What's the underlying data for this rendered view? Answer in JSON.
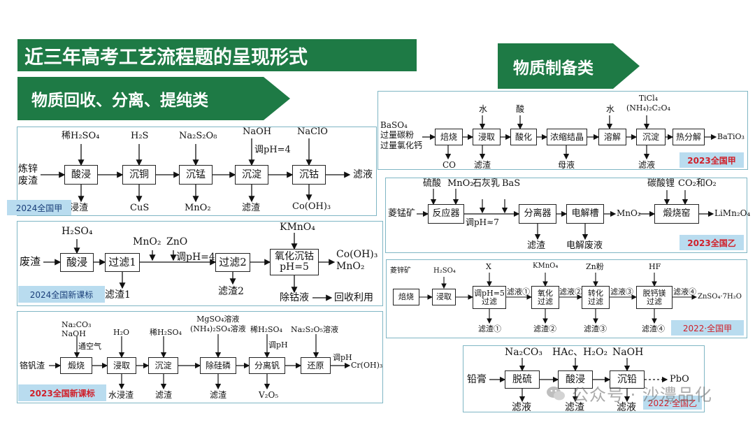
{
  "title": "近三年高考工艺流程题的呈现形式",
  "section_left": "物质回收、分离、提纯类",
  "section_right": "物质制备类",
  "colors": {
    "banner": "#1e7a45",
    "panel_border": "#7fb6c4",
    "tag_bg": "#b9dcef",
    "tag_red": "#d0202a"
  },
  "flows": {
    "p1": {
      "tag": "2024全国甲",
      "start": "炼锌\n废渣",
      "end": "滤液",
      "steps": [
        "酸浸",
        "沉铜",
        "沉锰",
        "沉淀",
        "沉钴"
      ],
      "inputs": [
        "稀H₂SO₄",
        "H₂S",
        "Na₂S₂O₈",
        "NaOH",
        "NaClO"
      ],
      "note": "调pH=4",
      "outputs": [
        "浸渣",
        "CuS",
        "MnO₂",
        "滤渣",
        "Co(OH)₃"
      ]
    },
    "p2": {
      "tag": "2024全国新课标",
      "start": "废渣",
      "inputs": [
        "H₂SO₄",
        "MnO₂",
        "ZnO",
        "KMnO₄"
      ],
      "note": "调pH=4",
      "steps": [
        "酸浸",
        "过滤1",
        "过滤2",
        "氧化沉钴\npH=5"
      ],
      "outputs": [
        "滤渣1",
        "滤渣2"
      ],
      "end": "Co(OH)₃\nMnO₂",
      "tail": "除钴液",
      "tail_end": "回收利用"
    },
    "p3": {
      "tag": "2023全国新课标",
      "start": "铬钒渣",
      "inputs": [
        "Na₂CO₃\nNaOH",
        "通空气",
        "H₂O",
        "稀H₂SO₄",
        "MgSO₄溶液\n(NH₄)₂SO₄溶液",
        "稀H₂SO₄",
        "调pH",
        "Na₂S₂O₅溶液",
        "调pH"
      ],
      "steps": [
        "煅烧",
        "浸取",
        "沉淀",
        "除硅磷",
        "分离钒",
        "还原"
      ],
      "outputs": [
        "水浸渣",
        "滤渣",
        "滤渣",
        "V₂O₅"
      ],
      "end": "Cr(OH)₃"
    },
    "p4": {
      "tag": "2023全国甲",
      "start": "BaSO₄\n过量碳粉\n过量氯化钙",
      "inputs": [
        "水",
        "酸",
        "水",
        "TiCl₄\n(NH₄)₂C₂O₄"
      ],
      "steps": [
        "焙烧",
        "浸取",
        "酸化",
        "浓缩结晶",
        "溶解",
        "沉淀",
        "热分解"
      ],
      "outputs": [
        "CO",
        "滤渣",
        "母液",
        "滤液"
      ],
      "end": "BaTiO₃"
    },
    "p5": {
      "tag": "2023全国乙",
      "start": "菱锰矿",
      "inputs": [
        "硫酸",
        "MnO₂",
        "石灰乳",
        "BaS",
        "碳酸锂",
        "CO₂和O₂"
      ],
      "note": "调pH≈7",
      "steps": [
        "反应器",
        "分离器",
        "电解槽",
        "煅烧窑"
      ],
      "outputs": [
        "滤渣",
        "电解废液"
      ],
      "mid": "MnO₂",
      "end": "LiMn₂O₄"
    },
    "p6": {
      "tag": "2022·全国甲",
      "start": "菱锌矿",
      "inputs": [
        "H₂SO₄",
        "X",
        "KMnO₄",
        "Zn粉",
        "HF"
      ],
      "steps": [
        "焙烧",
        "浸取",
        "调pH=5\n过滤",
        "氧化\n过滤",
        "转化\n过滤",
        "脱钙镁\n过滤"
      ],
      "links": [
        "滤液①",
        "滤液②",
        "滤液③",
        "滤液④"
      ],
      "outputs": [
        "滤渣①",
        "滤渣②",
        "滤渣③",
        "滤渣④"
      ],
      "end": "ZnSO₄·7H₂O"
    },
    "p7": {
      "tag": "2022·全国乙",
      "start": "铅膏",
      "inputs": [
        "Na₂CO₃",
        "HAc、H₂O₂",
        "NaOH"
      ],
      "steps": [
        "脱硫",
        "酸浸",
        "沉铅"
      ],
      "outputs": [
        "滤液",
        "滤渣",
        "滤液"
      ],
      "end": "PbO"
    }
  },
  "watermark": "公众号 · 沙澧品化"
}
